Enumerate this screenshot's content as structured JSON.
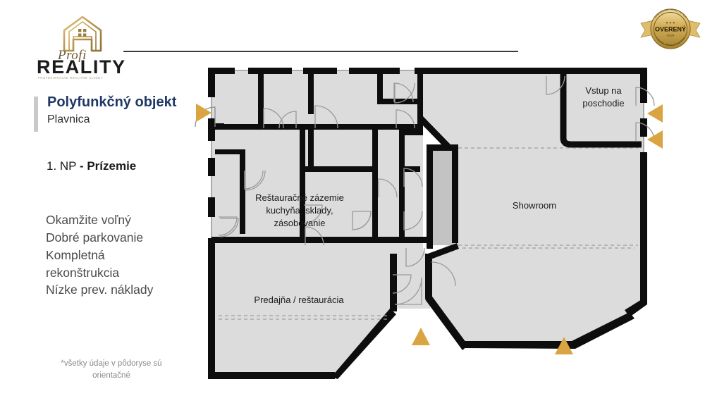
{
  "brand": {
    "script": "Profi",
    "main": "REALITY",
    "sub": "PROFESIONÁLNE REALITNÉ SLUŽBY"
  },
  "listing": {
    "title": "Polyfunkčný objekt",
    "location": "Plavnica",
    "floor_prefix": "1. NP",
    "floor_name": "- Prízemie"
  },
  "features": [
    "Okamžite voľný",
    "Dobré parkovanie",
    "Kompletná",
    "rekonštrukcia",
    "Nízke prev. náklady"
  ],
  "footnote": {
    "line1": "*všetky údaje v pôdoryse sú",
    "line2": "orientačné"
  },
  "badge": {
    "main": "OVERENÝ",
    "sub": "ČLEN",
    "arc_top": "ZDRUŽENIE REALITNÝCH",
    "arc_bottom": "KANCELÁRIÍ SLOVENSKA"
  },
  "plan": {
    "rooms": {
      "kitchen_l1": "Reštauračné  zázemie",
      "kitchen_l2": "kuchyňa, sklady,",
      "kitchen_l3": "zásobovanie",
      "showroom": "Showroom",
      "entry_l1": "Vstup na",
      "entry_l2": "poschodie",
      "shop": "Predajňa / reštaurácia"
    }
  },
  "colors": {
    "accent_gold": "#d9a441",
    "title_blue": "#1f3864",
    "wall_black": "#0d0d0d",
    "room_fill": "#dcdcdc",
    "corridor_fill": "#c3c3c3",
    "rule_gray": "#3a3a3a"
  }
}
